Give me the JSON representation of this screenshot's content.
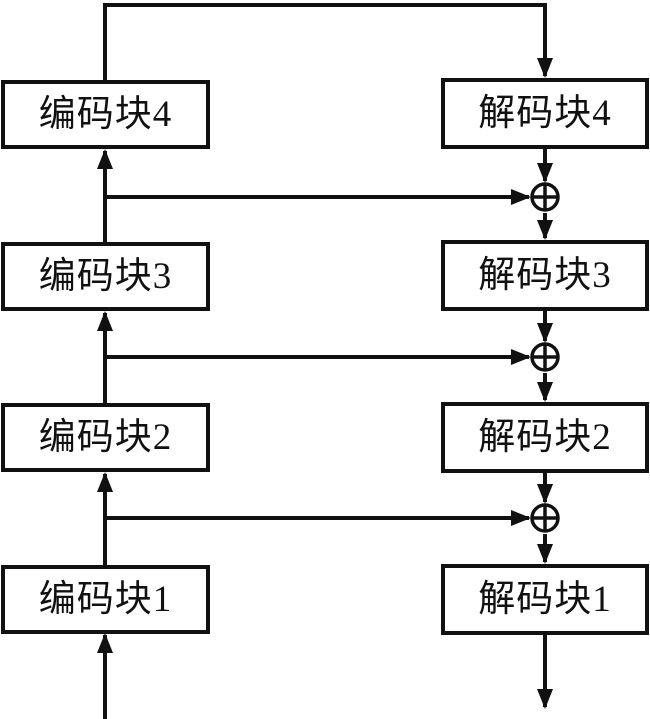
{
  "diagram": {
    "description": "Encoder-decoder block diagram with skip connections and element-wise addition nodes",
    "encoder_blocks": [
      {
        "label": "编码块4"
      },
      {
        "label": "编码块3"
      },
      {
        "label": "编码块2"
      },
      {
        "label": "编码块1"
      }
    ],
    "decoder_blocks": [
      {
        "label": "解码块4"
      },
      {
        "label": "解码块3"
      },
      {
        "label": "解码块2"
      },
      {
        "label": "解码块1"
      }
    ],
    "add_nodes": [
      {
        "symbol": "⊕"
      },
      {
        "symbol": "⊕"
      },
      {
        "symbol": "⊕"
      }
    ],
    "colors": {
      "line": "#111111",
      "box_border": "#111111",
      "text": "#111111",
      "background": "#ffffff"
    }
  }
}
